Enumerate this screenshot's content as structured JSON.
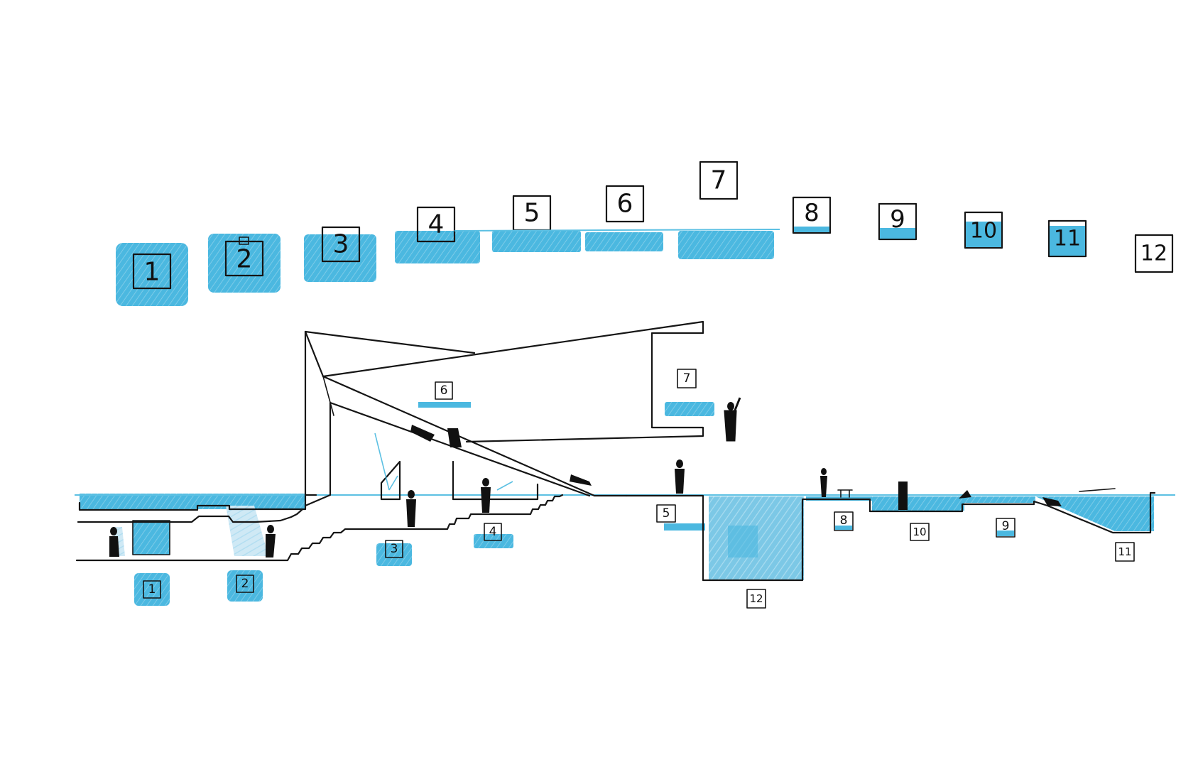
{
  "colors": {
    "water": "#4bb8e0",
    "water_light": "#9fd6ee",
    "ink": "#151515",
    "background": "#ffffff"
  },
  "legend_labels": [
    "1",
    "2",
    "3",
    "4",
    "5",
    "6",
    "7",
    "8",
    "9",
    "10",
    "11",
    "12"
  ],
  "section_labels": {
    "l1": "1",
    "l2": "2",
    "l3": "3",
    "l4": "4",
    "l5": "5",
    "l6": "6",
    "l7": "7",
    "l8": "8",
    "l9": "9",
    "l10": "10",
    "l11": "11",
    "l12": "12"
  }
}
